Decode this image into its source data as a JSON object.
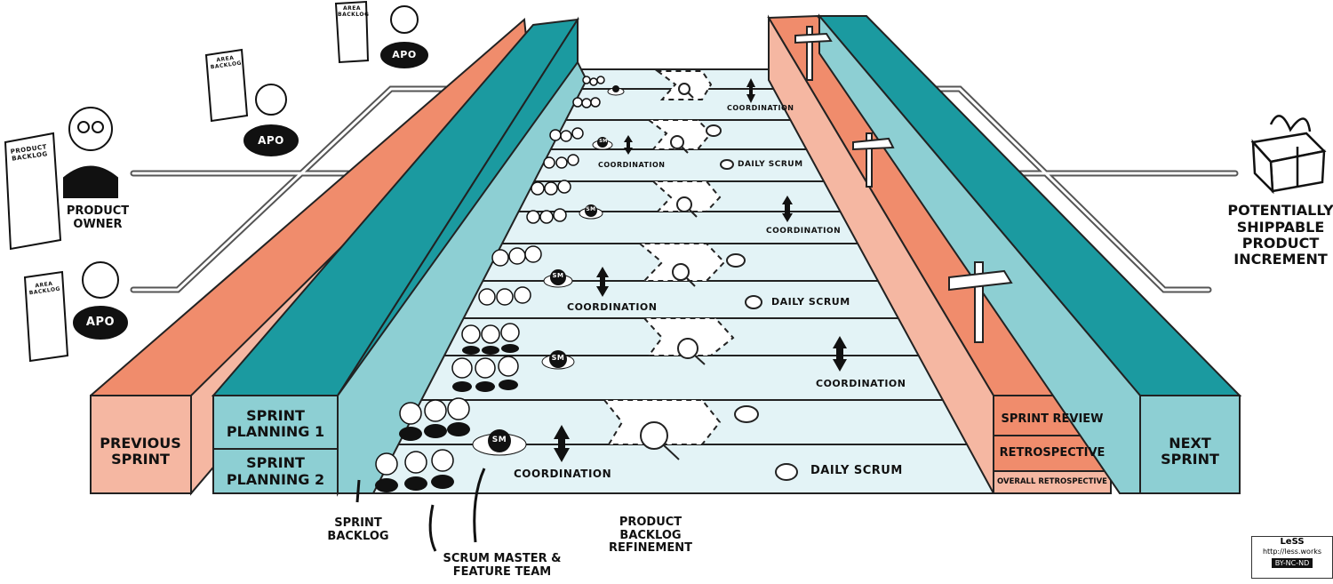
{
  "labels": {
    "previous_sprint": "PREVIOUS SPRINT",
    "sprint_planning_1": "SPRINT PLANNING 1",
    "sprint_planning_2": "SPRINT PLANNING 2",
    "next_sprint": "NEXT SPRINT",
    "sprint_review": "SPRINT REVIEW",
    "retrospective": "RETROSPECTIVE",
    "overall_retrospective": "OVERALL RETROSPECTIVE",
    "potentially_shippable": "POTENTIALLY SHIPPABLE PRODUCT INCREMENT",
    "product_owner": "PRODUCT OWNER",
    "sprint_backlog": "SPRINT BACKLOG",
    "scrum_master_team": "SCRUM MASTER & FEATURE TEAM",
    "product_backlog_refinement": "PRODUCT BACKLOG REFINEMENT",
    "coordination": "COORDINATION",
    "daily_scrum": "DAILY SCRUM",
    "product_backlog_doc": "PRODUCT BACKLOG",
    "area_backlog_doc": "AREA BACKLOG",
    "apo": "APO",
    "sm": "SM"
  },
  "license": {
    "brand": "LeSS",
    "url": "http://less.works",
    "cc": "BY-NC-ND"
  },
  "colors": {
    "salmon": "#F08C6C",
    "salmon_light": "#F5B7A2",
    "teal": "#1B9AA0",
    "teal_light": "#8DCFD3",
    "teal_pale": "#E3F3F6",
    "ink": "#111111"
  }
}
